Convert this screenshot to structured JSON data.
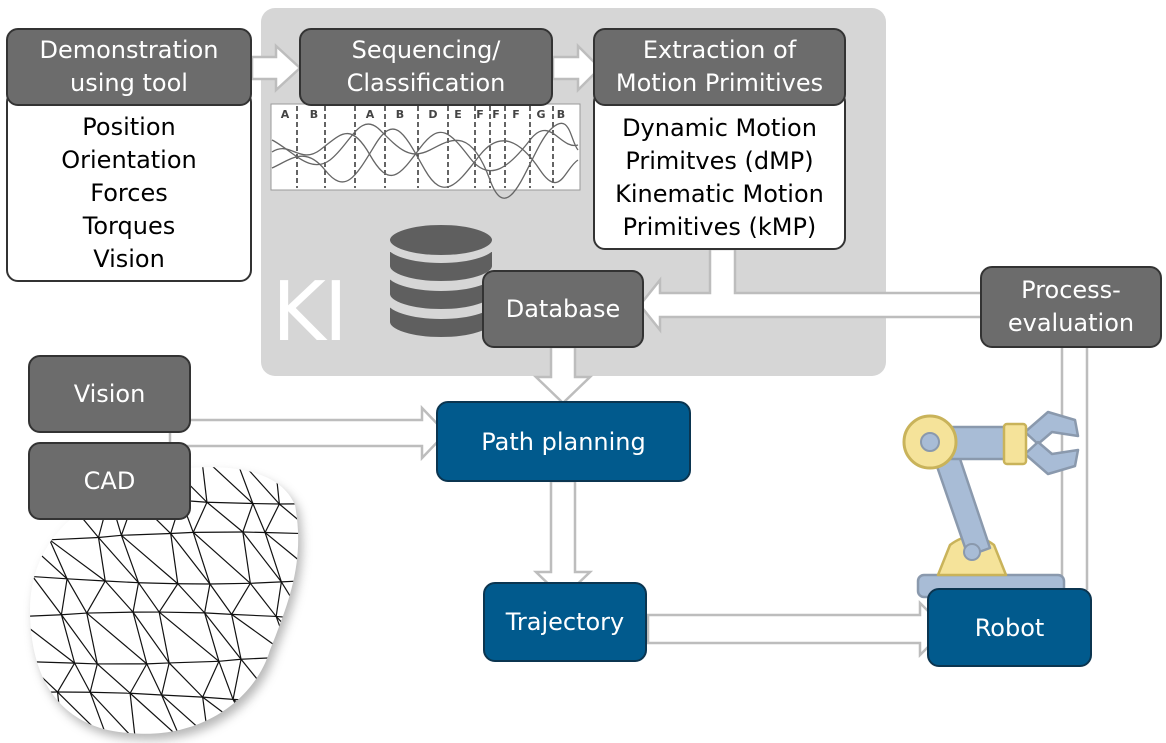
{
  "ki_label": "KI",
  "demo": {
    "title": [
      "Demonstration",
      "using tool"
    ],
    "items": [
      "Position",
      "Orientation",
      "Forces",
      "Torques",
      "Vision"
    ]
  },
  "sequencing": [
    "Sequencing/",
    "Classification"
  ],
  "extraction": {
    "title": [
      "Extraction of",
      "Motion Primitives"
    ],
    "items": [
      "Dynamic Motion",
      "Primitves (dMP)",
      "Kinematic Motion",
      "Primitives (kMP)"
    ]
  },
  "segments": [
    "A",
    "B",
    "A",
    "B",
    "D",
    "E",
    "F",
    "F",
    "F",
    "G",
    "B"
  ],
  "database": "Database",
  "process": [
    "Process-",
    "evaluation"
  ],
  "vision": "Vision",
  "cad": "CAD",
  "path_planning": "Path planning",
  "trajectory": "Trajectory",
  "robot": "Robot",
  "colors": {
    "grey_box": "#6c6c6c",
    "blue_box": "#015a8d",
    "ki_panel": "#d6d6d6",
    "robot_body": "#a8bcd6",
    "robot_joint": "#f5e39a"
  }
}
